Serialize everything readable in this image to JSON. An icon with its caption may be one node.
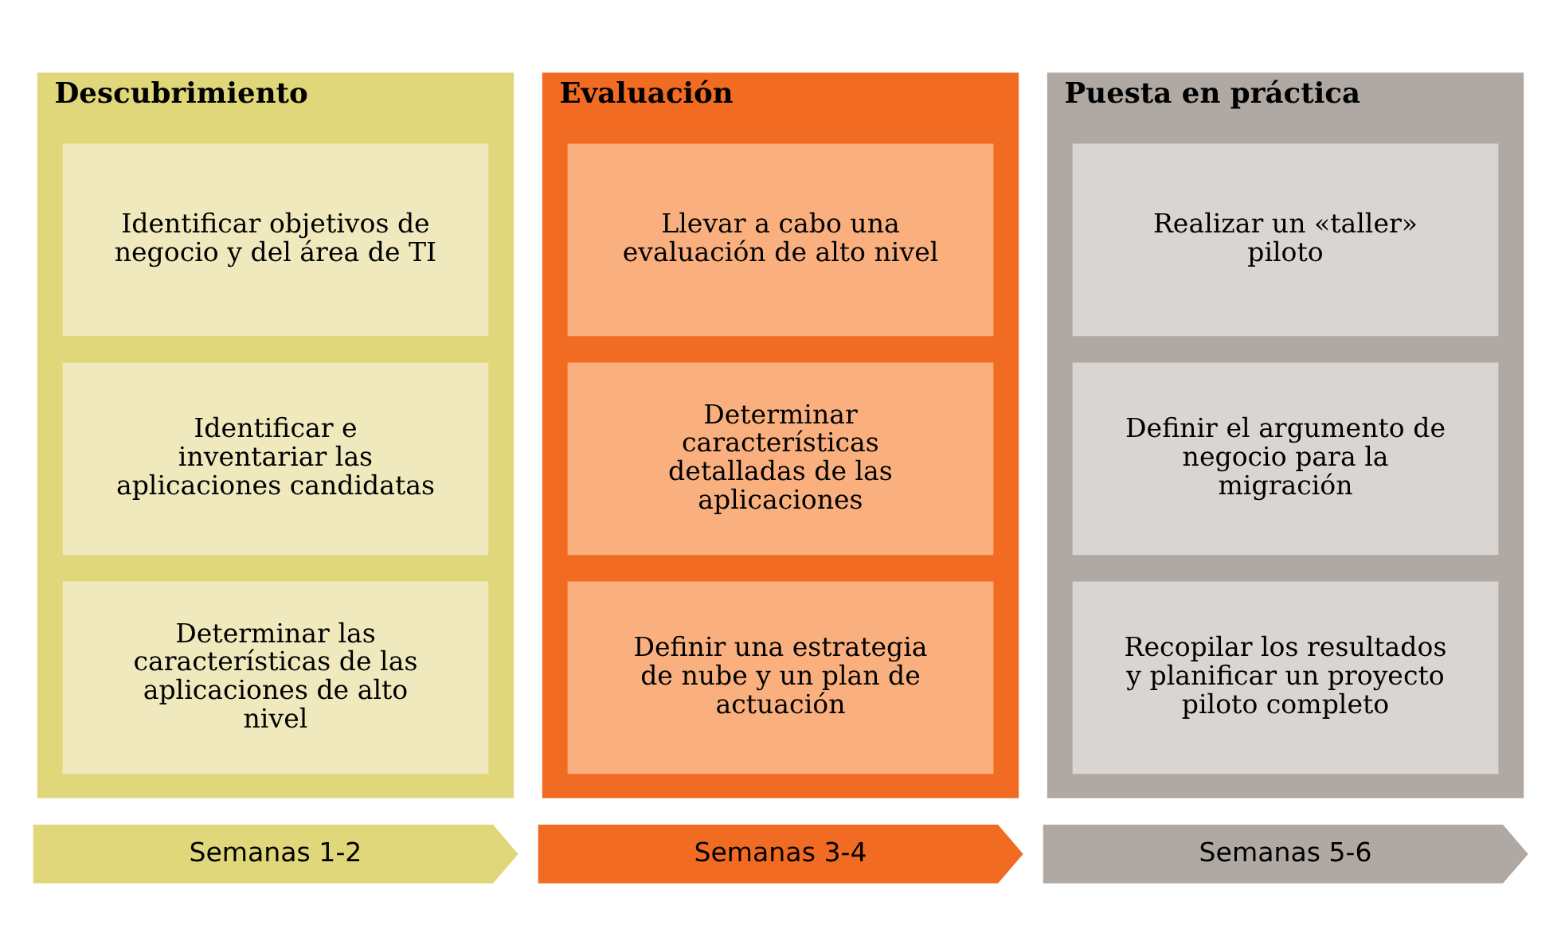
{
  "diagram": {
    "nodes": [
      {
        "text": [
          "Descubrimiento"
        ]
      },
      {
        "text": [
          "Identificar objetivos de negocio y del área de TI"
        ],
        "in": 0
      },
      {
        "text": [
          "Identificar e inventariar las aplicaciones candidatas"
        ],
        "in": 0
      },
      {
        "text": [
          "Determinar las características de las aplicaciones de alto nivel"
        ],
        "in": 0
      },
      {
        "text": [
          "Evaluación"
        ]
      },
      {
        "text": [
          "Llevar a cabo una evaluación de alto nivel"
        ],
        "in": 4
      },
      {
        "text": [
          "Determinar características detalladas de las aplicaciones"
        ],
        "in": 4
      },
      {
        "text": [
          "Definir una estrategia de nube y un plan de actuación"
        ],
        "in": 4
      },
      {
        "text": [
          "Puesta en práctica"
        ]
      },
      {
        "text": [
          "Realizar un «taller» piloto"
        ],
        "in": 8
      },
      {
        "text": [
          "Definir el argumento de negocio para la migración"
        ],
        "in": 8
      },
      {
        "text": [
          "Recopilar los resultados y planificar un proyecto piloto completo"
        ],
        "in": 8
      },
      {
        "text": [
          "Semanas 1-2"
        ]
      },
      {
        "text": [
          "Semanas 3-4"
        ]
      },
      {
        "text": [
          "Semanas 5-6"
        ]
      }
    ]
  }
}
